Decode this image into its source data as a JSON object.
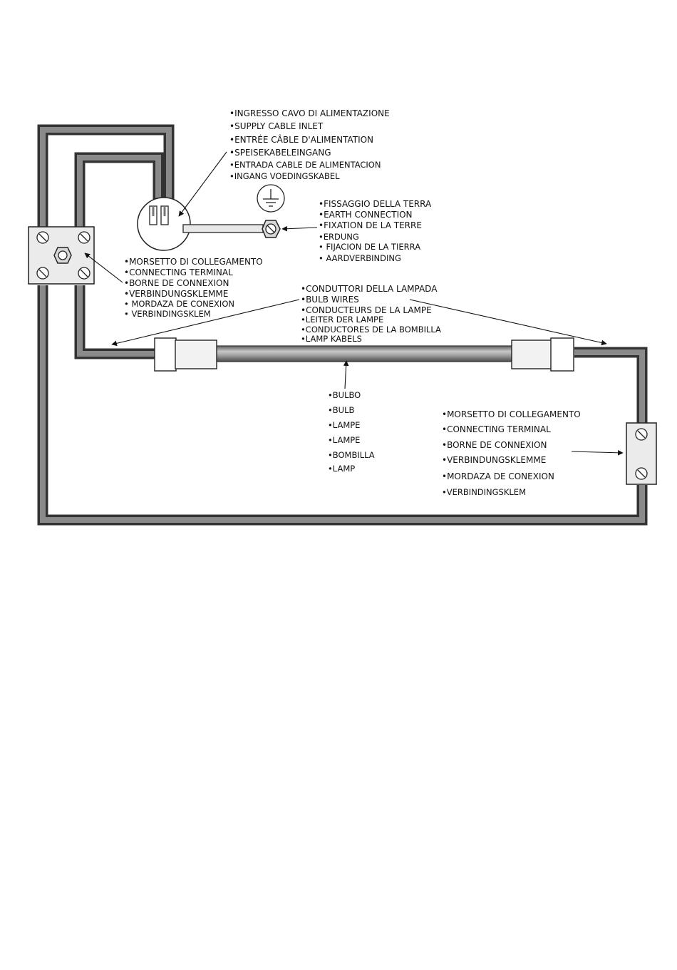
{
  "colors": {
    "wire_outer": "#333333",
    "wire_inner": "#8a8a8a",
    "terminal_fill": "#ebebeb",
    "stroke": "#222222"
  },
  "icons": [
    "earth-symbol-icon",
    "screw-icon",
    "nut-icon",
    "arrow-icon"
  ],
  "labels": {
    "supply_cable_inlet": [
      "•INGRESSO CAVO DI ALIMENTAZIONE",
      "•SUPPLY CABLE INLET",
      "•ENTRÉE CÂBLE D'ALIMENTATION",
      "•SPEISEKABELEINGANG",
      "•ENTRADA CABLE DE ALIMENTACION",
      "•INGANG VOEDINGSKABEL"
    ],
    "earth_connection": [
      "•FISSAGGIO DELLA TERRA",
      "•EARTH CONNECTION",
      "•FIXATION DE LA TERRE",
      "•ERDUNG",
      "• FIJACION DE LA TIERRA",
      "• AARDVERBINDING"
    ],
    "connecting_terminal_left": [
      "•MORSETTO DI COLLEGAMENTO",
      "•CONNECTING TERMINAL",
      "•BORNE DE CONNEXION",
      "•VERBINDUNGSKLEMME",
      "• MORDAZA DE CONEXION",
      "• VERBINDINGSKLEM"
    ],
    "bulb_wires": [
      "•CONDUTTORI DELLA LAMPADA",
      "•BULB WIRES",
      "•CONDUCTEURS DE LA LAMPE",
      "•LEITER DER LAMPE",
      "•CONDUCTORES DE LA BOMBILLA",
      "•LAMP KABELS"
    ],
    "bulb": [
      "•BULBO",
      "•BULB",
      "•LAMPE",
      "•LAMPE",
      "•BOMBILLA",
      "•LAMP"
    ],
    "connecting_terminal_right": [
      "•MORSETTO DI COLLEGAMENTO",
      "•CONNECTING TERMINAL",
      "•BORNE DE CONNEXION",
      "•VERBINDUNGSKLEMME",
      "•MORDAZA DE CONEXION",
      "•VERBINDINGSKLEM"
    ]
  }
}
